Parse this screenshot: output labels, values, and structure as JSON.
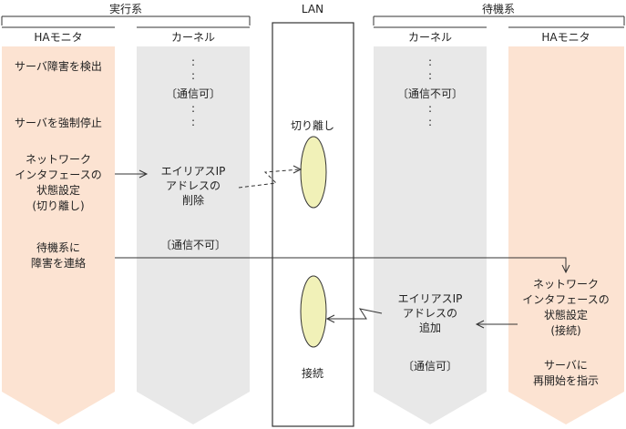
{
  "headers": {
    "active": "実行系",
    "lan": "LAN",
    "standby": "待機系"
  },
  "columns": {
    "active_ha": "HAモニタ",
    "active_kernel": "カーネル",
    "standby_kernel": "カーネル",
    "standby_ha": "HAモニタ"
  },
  "active_ha": {
    "step1": "サーバ障害を検出",
    "step2": "サーバを強制停止",
    "step3_line1": "ネットワーク",
    "step3_line2": "インタフェースの",
    "step3_line3": "状態設定",
    "step3_line4": "(切り離し)",
    "step4_line1": "待機系に",
    "step4_line2": "障害を連絡"
  },
  "active_kernel": {
    "dots": ":",
    "status_ok": "〔通信可〕",
    "proc_line1": "エイリアスIP",
    "proc_line2": "アドレスの",
    "proc_line3": "削除",
    "status_ng": "〔通信不可〕"
  },
  "lan": {
    "detach": "切り離し",
    "attach": "接続"
  },
  "standby_kernel": {
    "dots": ":",
    "status_ng": "〔通信不可〕",
    "proc_line1": "エイリアスIP",
    "proc_line2": "アドレスの",
    "proc_line3": "追加",
    "status_ok": "〔通信可〕"
  },
  "standby_ha": {
    "step1_line1": "ネットワーク",
    "step1_line2": "インタフェースの",
    "step1_line3": "状態設定",
    "step1_line4": "(接続)",
    "step2_line1": "サーバに",
    "step2_line2": "再開始を指示"
  },
  "colors": {
    "ha_fill": "#fce3d2",
    "kernel_fill": "#e8e8e8",
    "ellipse_fill": "#f1f1b8",
    "line": "#333333"
  }
}
